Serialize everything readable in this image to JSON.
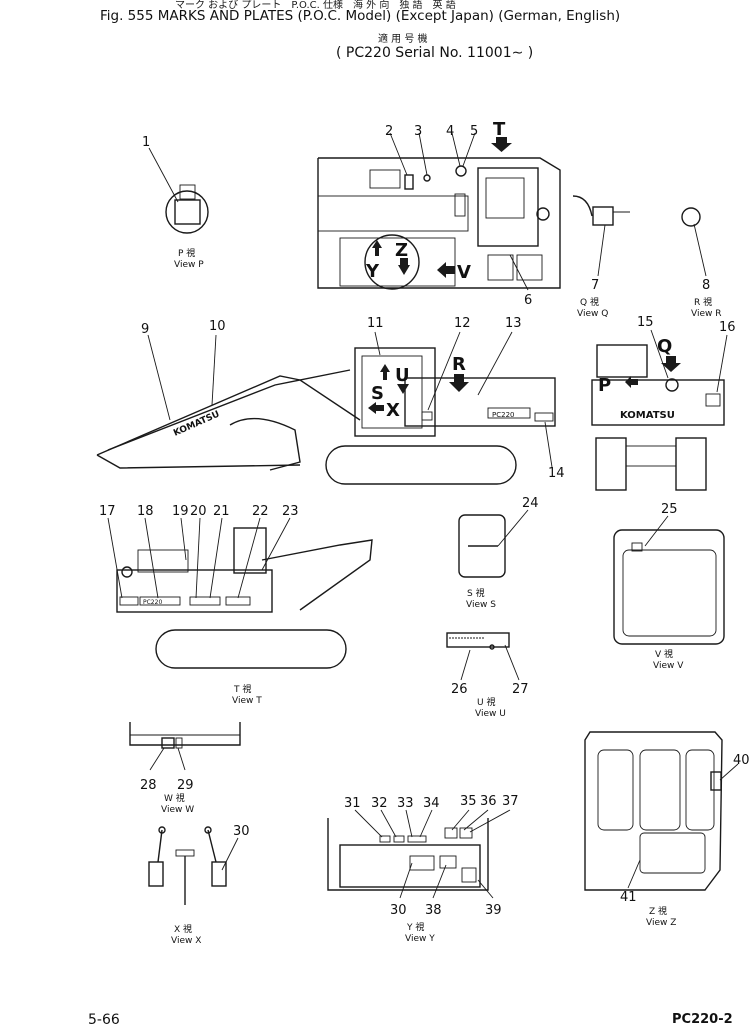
{
  "header": {
    "jp_line": "マーク および プレート　P.O.C. 仕様　海 外 向　独 語　英 語",
    "title": "Fig. 555  MARKS AND PLATES (P.O.C. Model) (Except Japan) (German, English)",
    "jp_serial": "適 用 号 機",
    "serial": "( PC220 Serial No. 11001∼ )"
  },
  "views": {
    "p": {
      "jp": "P 視",
      "en": "View P"
    },
    "q": {
      "jp": "Q 視",
      "en": "View Q"
    },
    "r": {
      "jp": "R 視",
      "en": "View R"
    },
    "s": {
      "jp": "S 視",
      "en": "View S"
    },
    "t": {
      "jp": "T 視",
      "en": "View T"
    },
    "u": {
      "jp": "U 視",
      "en": "View U"
    },
    "v": {
      "jp": "V 視",
      "en": "View V"
    },
    "w": {
      "jp": "W 視",
      "en": "View W"
    },
    "x": {
      "jp": "X 視",
      "en": "View X"
    },
    "y": {
      "jp": "Y 視",
      "en": "View Y"
    },
    "z": {
      "jp": "Z 視",
      "en": "View Z"
    }
  },
  "arrow_letters": {
    "T": "T",
    "V": "V",
    "Y": "Y",
    "Z": "Z",
    "U": "U",
    "S": "S",
    "X": "X",
    "R": "R",
    "Q": "Q",
    "P": "P"
  },
  "boom_text": {
    "komatsu": "KOMATSU",
    "model": "PC220"
  },
  "callouts": [
    "1",
    "2",
    "3",
    "4",
    "5",
    "6",
    "7",
    "8",
    "9",
    "10",
    "11",
    "12",
    "13",
    "14",
    "15",
    "16",
    "17",
    "18",
    "19",
    "20",
    "21",
    "22",
    "23",
    "24",
    "25",
    "26",
    "27",
    "28",
    "29",
    "30",
    "31",
    "32",
    "33",
    "34",
    "35",
    "36",
    "37",
    "38",
    "39",
    "40",
    "41"
  ],
  "footer": {
    "page": "5-66",
    "model": "PC220-2"
  }
}
